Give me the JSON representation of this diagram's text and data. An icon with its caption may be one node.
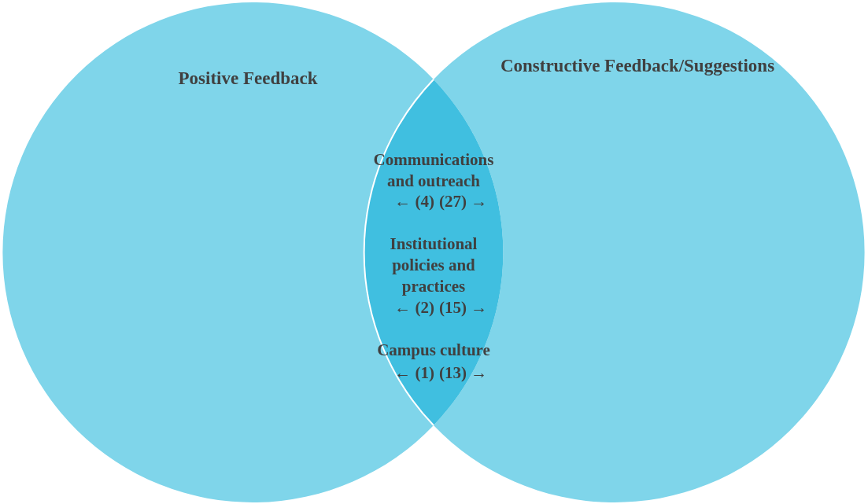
{
  "diagram": {
    "nodes": [
      {
        "text": [
          "Positive Feedback"
        ]
      },
      {
        "text": [
          "Constructive Feedback/Suggestions"
        ]
      }
    ],
    "labels": [
      "Communications and outreach",
      "← (4)",
      "(27) →",
      "Institutional policies and practices",
      "← (2)",
      "(15) →",
      "Campus culture",
      "← (1)",
      "(13) →"
    ]
  }
}
